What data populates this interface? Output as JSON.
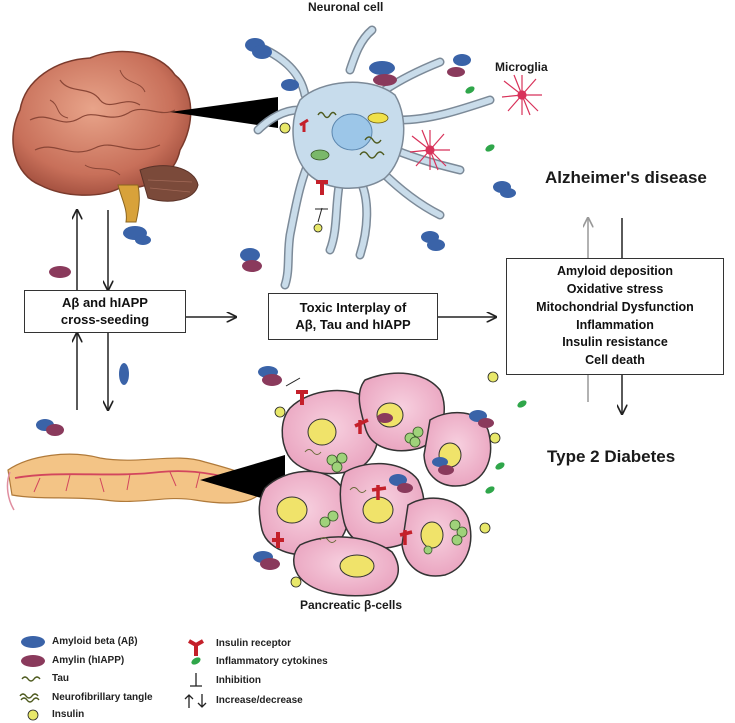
{
  "labels": {
    "neuronal_cell": "Neuronal cell",
    "microglia": "Microglia",
    "alzheimers": "Alzheimer's disease",
    "type2": "Type 2 Diabetes",
    "pancreatic": "Pancreatic β-cells"
  },
  "cross_seeding": {
    "line1": "Aβ and hIAPP",
    "line2": "cross-seeding"
  },
  "toxic": {
    "line1": "Toxic Interplay of",
    "line2": "Aβ, Tau and hIAPP"
  },
  "outcomes": [
    "Amyloid deposition",
    "Oxidative stress",
    "Mitochondrial Dysfunction",
    "Inflammation",
    "Insulin resistance",
    "Cell death"
  ],
  "legend": {
    "amyloid_beta": "Amyloid beta (Aβ)",
    "amylin": "Amylin (hIAPP)",
    "tau": "Tau",
    "tangle": "Neurofibrillary tangle",
    "insulin": "Insulin",
    "insulin_receptor": "Insulin receptor",
    "cytokines": "Inflammatory cytokines",
    "inhibition": "Inhibition",
    "increase_decrease": "Increase/decrease"
  },
  "colors": {
    "amyloid_beta": "#3a63a8",
    "amylin": "#8a3a5c",
    "cell_pink": "#f2b8cf",
    "neuron_blue": "#c7dcec",
    "insulin_yellow": "#e8e86a",
    "receptor_red": "#c4202a",
    "cytokine_green": "#2fa64a",
    "microglia_red": "#d8325a"
  }
}
